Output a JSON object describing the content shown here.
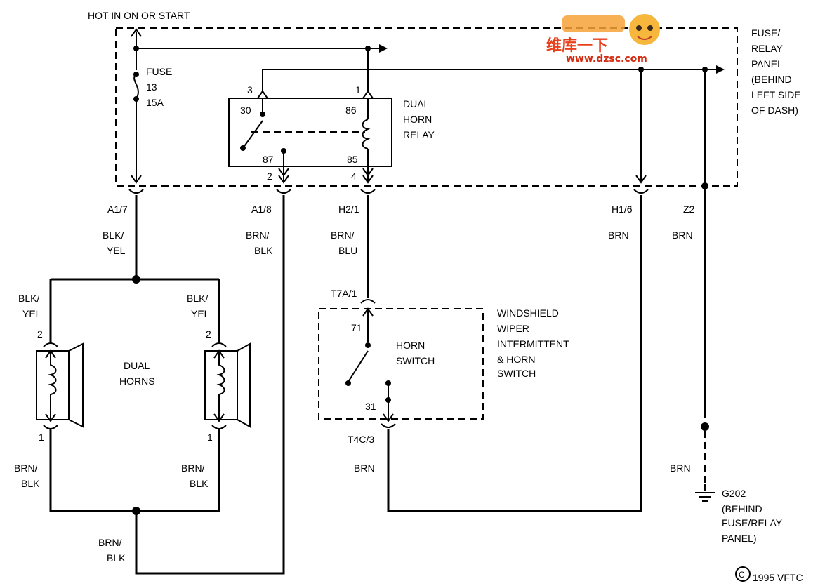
{
  "title_top": "HOT IN ON OR START",
  "fuse_relay_panel": [
    "FUSE/",
    "RELAY",
    "PANEL",
    "(BEHIND",
    "LEFT SIDE",
    "OF DASH)"
  ],
  "fuse": {
    "label": "FUSE",
    "number": "13",
    "rating": "15A"
  },
  "relay": {
    "label": [
      "DUAL",
      "HORN",
      "RELAY"
    ],
    "pin_30": "30",
    "pin_86": "86",
    "pin_87": "87",
    "pin_85": "85",
    "cav_3": "3",
    "cav_1": "1",
    "cav_2": "2",
    "cav_4": "4"
  },
  "connectors": {
    "a1_7": "A1/7",
    "a1_8": "A1/8",
    "h2_1": "H2/1",
    "h1_6": "H1/6",
    "z2": "Z2",
    "t7a_1": "T7A/1",
    "t4c_3": "T4C/3"
  },
  "wires": {
    "blk": "BLK/",
    "yel": "YEL",
    "brn_slash": "BRN/",
    "blk2": "BLK",
    "blu": "BLU",
    "brn": "BRN"
  },
  "horns": {
    "label": [
      "DUAL",
      "HORNS"
    ],
    "pin2": "2",
    "pin1": "1"
  },
  "switch": {
    "module_label": [
      "WINDSHIELD",
      "WIPER",
      "INTERMITTENT",
      "& HORN",
      "SWITCH"
    ],
    "label": [
      "HORN",
      "SWITCH"
    ],
    "pin71": "71",
    "pin31": "31"
  },
  "ground": {
    "id": "G202",
    "location": [
      "(BEHIND",
      "FUSE/RELAY",
      "PANEL)"
    ]
  },
  "copyright": "1995 VFTC",
  "watermark": {
    "brand": "维库一下",
    "url": "www.dzsc.com"
  }
}
